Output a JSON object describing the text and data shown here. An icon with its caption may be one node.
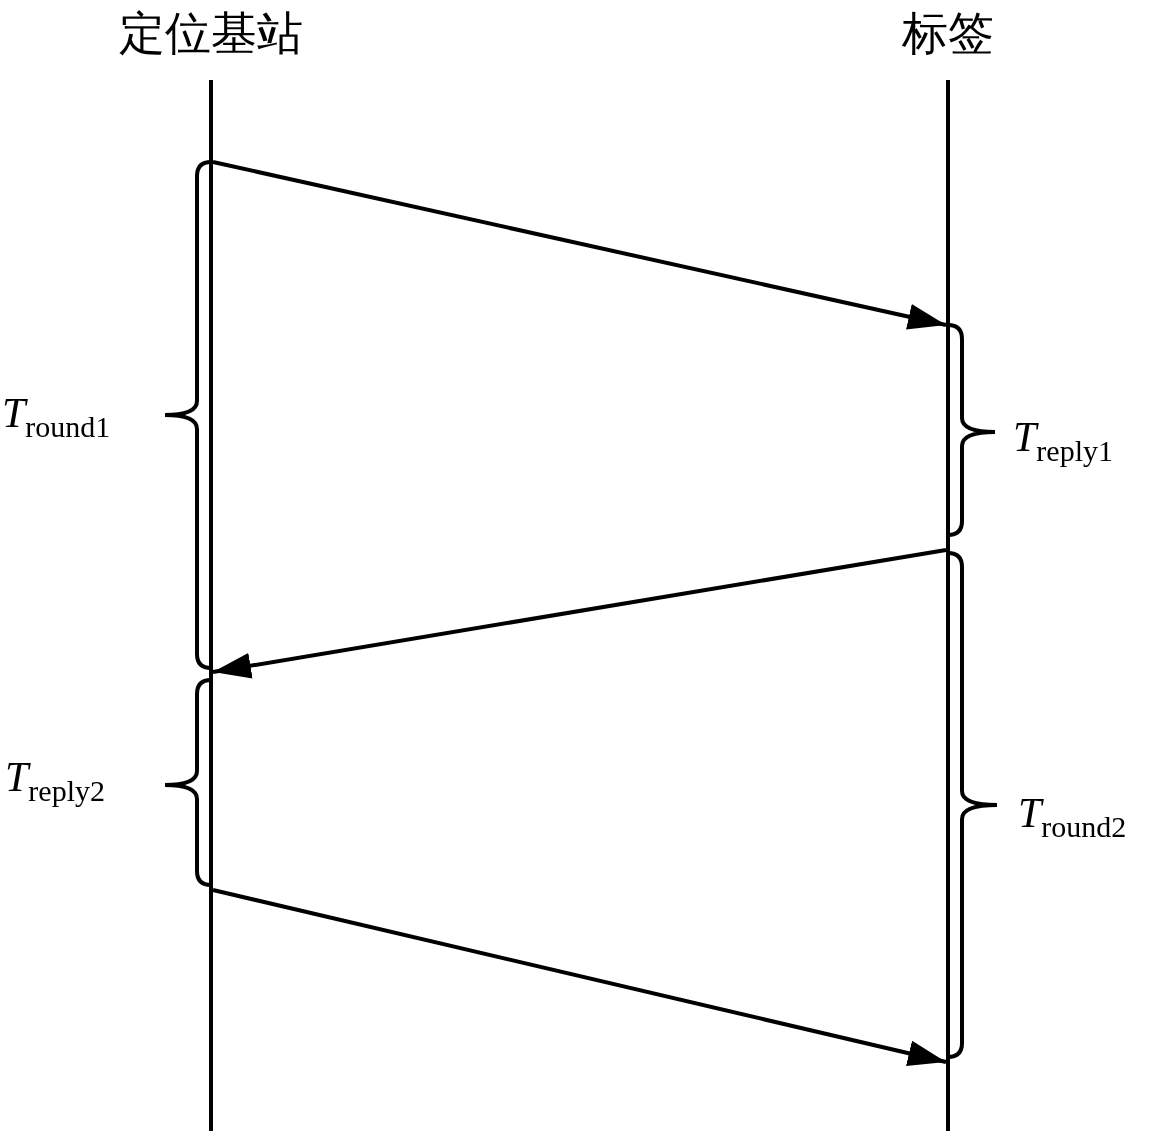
{
  "diagram": {
    "nodes": [
      {
        "text": [
          "定位基站"
        ]
      },
      {
        "text": [
          "标签"
        ]
      }
    ],
    "edges": [
      {
        "from": 0,
        "to": 1,
        "arrow": "to"
      },
      {
        "from": 1,
        "to": 0,
        "arrow": "to"
      },
      {
        "from": 0,
        "to": 1,
        "arrow": "to"
      }
    ],
    "labels": [
      "*T*$_{round1}$",
      "*T*$_{reply1}$",
      "*T*$_{reply2}$",
      "*T*$_{round2}$"
    ]
  }
}
